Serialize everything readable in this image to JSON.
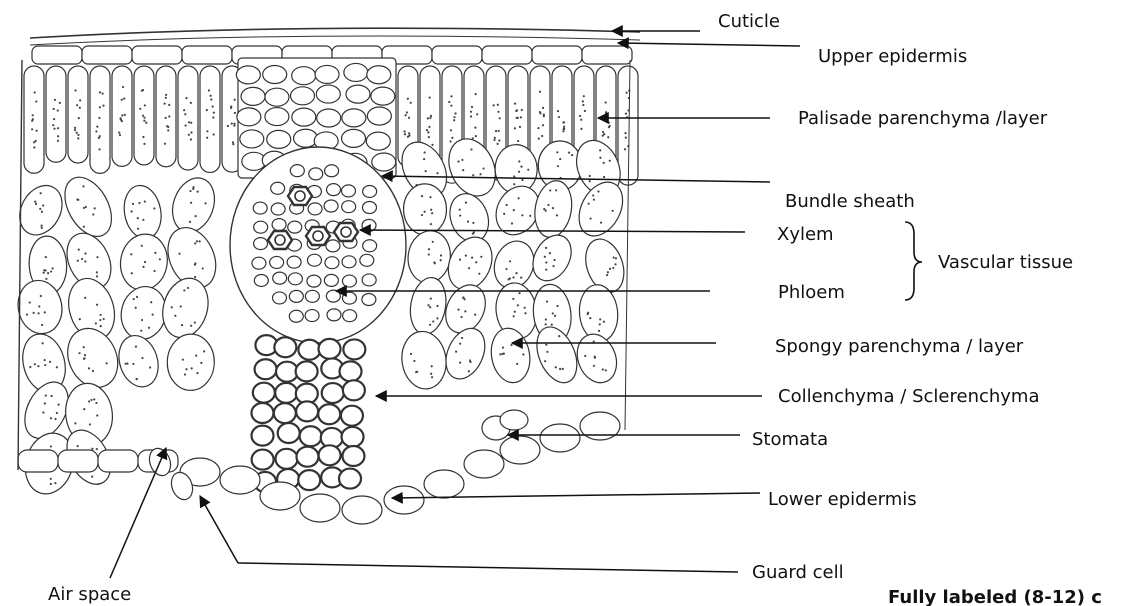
{
  "labels": {
    "cuticle": "Cuticle",
    "upper_epidermis": "Upper epidermis",
    "palisade": "Palisade parenchyma /layer",
    "bundle_sheath": "Bundle sheath",
    "xylem": "Xylem",
    "phloem": "Phloem",
    "vascular_tissue": "Vascular tissue",
    "spongy": "Spongy parenchyma / layer",
    "collenchyma": "Collenchyma / Sclerenchyma",
    "stomata": "Stomata",
    "lower_epidermis": "Lower epidermis",
    "guard_cell": "Guard cell",
    "air_space": "Air space",
    "caption": "Fully labeled (8-12) c"
  }
}
